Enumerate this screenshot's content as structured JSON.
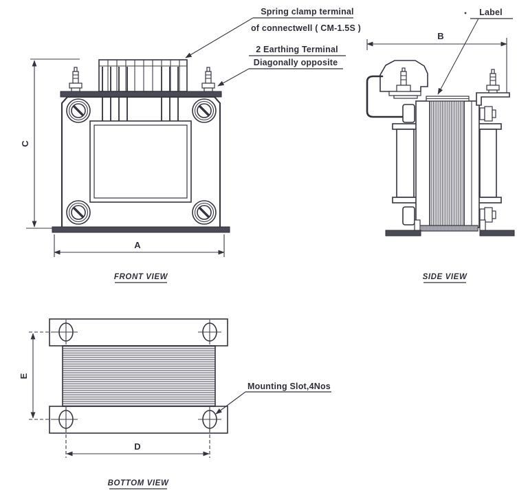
{
  "drawing": {
    "type": "transformer-outline-engineering-drawing",
    "colors": {
      "ink": "#34343e",
      "paper": "#ffffff"
    },
    "annotations": {
      "spring_clamp_line1": "Spring clamp terminal",
      "spring_clamp_line2": "of connectwell ( CM-1.5S )",
      "earthing_line1": "2 Earthing Terminal",
      "earthing_line2": "Diagonally opposite",
      "label_callout": "Label",
      "mounting_slot": "Mounting Slot,4Nos"
    },
    "dimension_labels": {
      "A": "A",
      "B": "B",
      "C": "C",
      "D": "D",
      "E": "E"
    },
    "view_labels": {
      "front": "FRONT VIEW",
      "side": "SIDE VIEW",
      "bottom": "BOTTOM VIEW"
    }
  }
}
